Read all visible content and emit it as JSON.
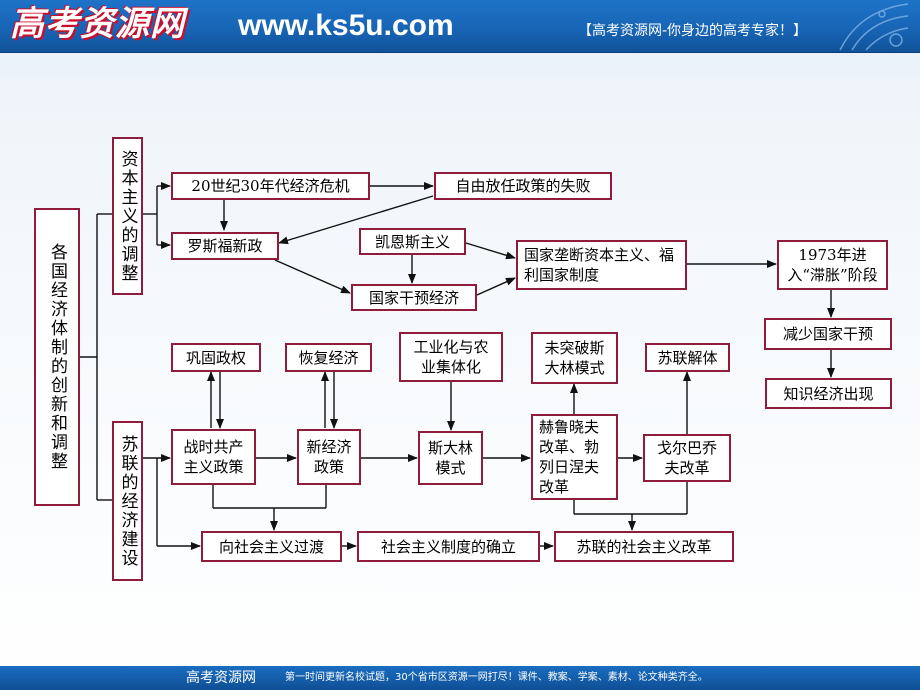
{
  "header": {
    "logo_text": "高考资源网",
    "url": "www.ks5u.com",
    "slogan": "【高考资源网-你身边的高考专家！】"
  },
  "footer": {
    "brand": "高考资源网",
    "text": "第一时间更新名校试题，30个省市区资源一网打尽！课件、教案、学案、素材、论文种类齐全。"
  },
  "diagram": {
    "root": "各国经济体制的创新和调整",
    "branch_capitalism": "资本主义的调整",
    "branch_soviet": "苏联的经济建设",
    "nodes": {
      "crisis_1930s": "20世纪30年代经济危机",
      "laissez_faire_failure": "自由放任政策的失败",
      "roosevelt_new_deal": "罗斯福新政",
      "keynesianism": "凯恩斯主义",
      "state_intervention": "国家干预经济",
      "state_monopoly": "国家垄断资本主义、福利国家制度",
      "stagflation": "1973年进入“滞胀”阶段",
      "reduce_intervention": "减少国家干预",
      "knowledge_economy": "知识经济出现",
      "consolidate_power": "巩固政权",
      "restore_economy": "恢复经济",
      "industrialization": "工业化与农业集体化",
      "no_breakthrough": "未突破斯大林模式",
      "soviet_collapse": "苏联解体",
      "war_communism": "战时共产主义政策",
      "nep": "新经济政策",
      "stalin_model": "斯大林模式",
      "khrushchev_reform": "赫鲁晓夫改革、勃列日涅夫改革",
      "gorbachev_reform": "戈尔巴乔夫改革",
      "transition": "向社会主义过渡",
      "system_established": "社会主义制度的确立",
      "soviet_reform": "苏联的社会主义改革"
    }
  },
  "colors": {
    "box_border": "#8e1c3a",
    "line": "#111111",
    "header_blue": "#1763b3"
  }
}
